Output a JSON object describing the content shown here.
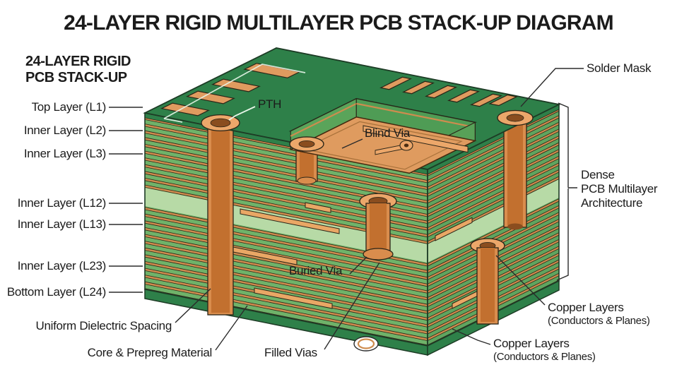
{
  "title": "24-LAYER RIGID MULTILAYER PCB STACK-UP DIAGRAM",
  "subtitle": {
    "line1": "24-LAYER RIGID",
    "line2": "PCB STACK-UP"
  },
  "layer_labels": [
    "Top Layer (L1)",
    "Inner Layer (L2)",
    "Inner Layer (L3)",
    "Inner Layer (L12)",
    "Inner Layer (L13)",
    "Inner Layer (L23)",
    "Bottom Layer (L24)"
  ],
  "annotations": {
    "pth": "PTH",
    "blind_via": "Blind Via",
    "buried_via": "Buried Via",
    "filled_vias": "Filled Vias",
    "solder_mask": "Solder Mask",
    "uniform_dielectric_spacing": "Uniform Dielectric Spacing",
    "core_prepreg_material": "Core & Prepreg Material",
    "dense_architecture": {
      "line1": "Dense",
      "line2": "PCB Multilayer",
      "line3": "Architecture"
    },
    "copper_layers_right": {
      "title": "Copper Layers",
      "subtitle": "(Conductors & Planes)"
    },
    "copper_layers_bottom": {
      "title": "Copper Layers",
      "subtitle": "(Conductors & Planes)"
    }
  },
  "colors": {
    "top_face_green": "#2e8049",
    "face_green_front": "#6fb269",
    "face_green_right": "#5fa55f",
    "core_light_green": "#b7daa6",
    "copper_stripe": "#cf8c4e",
    "copper_trace": "#e9a765",
    "copper_flange": "#eca76a",
    "copper_barrel": "#d98d4d",
    "copper_bore": "#c2702f",
    "copper_bore_dark": "#8a4d1f",
    "copper_plane": "#df9b5f",
    "outline_dark": "#1d3b25",
    "ink": "#2a2417",
    "text": "#1b1b1b"
  }
}
